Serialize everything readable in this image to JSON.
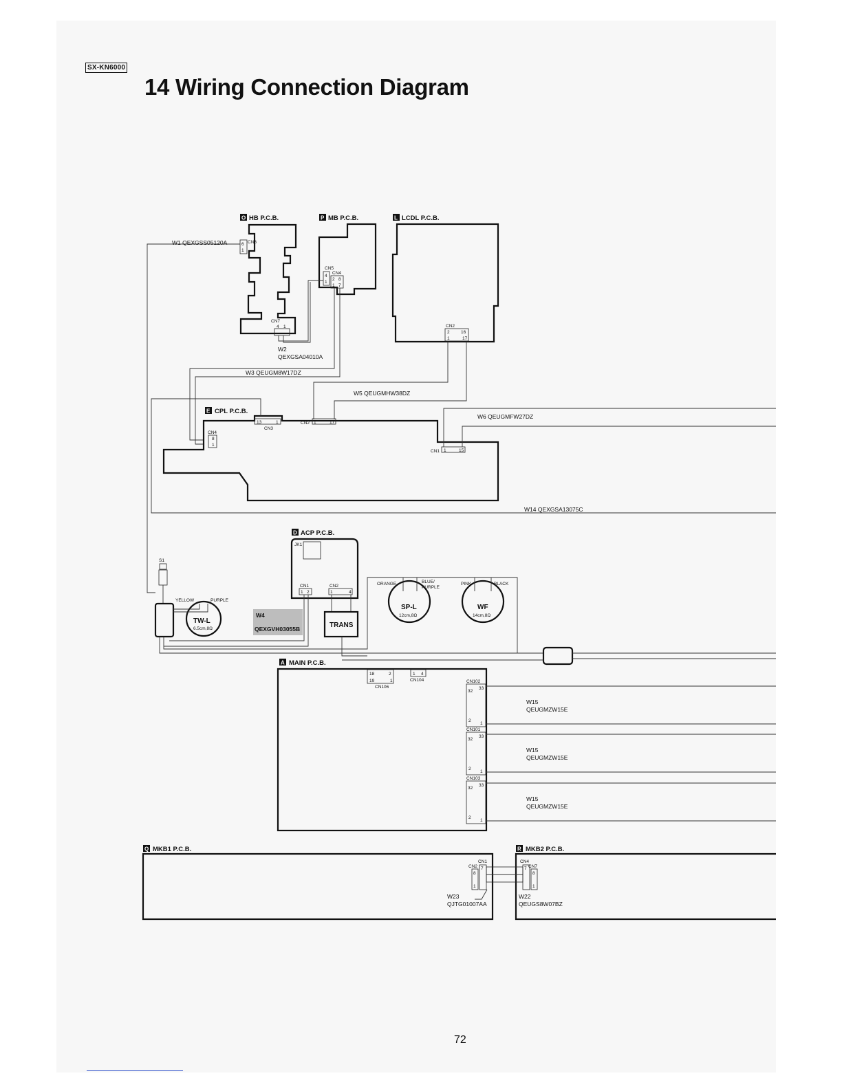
{
  "header": {
    "model_tag": "SX-KN6000",
    "title": "14 Wiring Connection Diagram"
  },
  "footer": {
    "page_number": "72"
  },
  "boards": {
    "hb": {
      "badge": "O",
      "title": "HB P.C.B."
    },
    "mb": {
      "badge": "P",
      "title": "MB P.C.B."
    },
    "lcdl": {
      "badge": "L",
      "title": "LCDL P.C.B."
    },
    "cpl": {
      "badge": "E",
      "title": "CPL P.C.B."
    },
    "acp": {
      "badge": "D",
      "title": "ACP P.C.B."
    },
    "main": {
      "badge": "A",
      "title": "MAIN P.C.B."
    },
    "mkb1": {
      "badge": "Q",
      "title": "MKB1 P.C.B."
    },
    "mkb2": {
      "badge": "R",
      "title": "MKB2 P.C.B."
    }
  },
  "wires": {
    "w1": "W1  QEXGSS05120A",
    "w2_name": "W2",
    "w2_part": "QEXGSA04010A",
    "w3": "W3  QEUGM8W17DZ",
    "w5": "W5  QEUGMHW38DZ",
    "w6": "W6  QEUGMFW27DZ",
    "w14": "W14   QEXGSA13075C",
    "w4_name": "W4",
    "w4_part": "QEXGVH03055B",
    "w15_name": "W15",
    "w15_part": "QEUGMZW15E",
    "w23_name": "W23",
    "w23_part": "QJTG01007AA",
    "w22_name": "W22",
    "w22_part": "QEUGS8W07BZ"
  },
  "connectors": {
    "cn6": "CN6",
    "cn6_a": "6",
    "cn6_b": "1",
    "cn5": "CN5",
    "cn4_mb": "CN4",
    "cn5_a": "4",
    "cn5_b": "1",
    "cn4_mb_a": "2",
    "cn4_mb_b": "8",
    "cn4_mb_c": "1",
    "cn4_mb_d": "7",
    "cn7_hb": "CN7",
    "cn7_hb_a": "4",
    "cn7_hb_b": "1",
    "cn2_lcdl": "CN2",
    "cn2_lcdl_a": "2",
    "cn2_lcdl_b": "16",
    "cn2_lcdl_c": "1",
    "cn2_lcdl_d": "17",
    "cn3": "CN3",
    "cn3_a": "13",
    "cn3_b": "1",
    "cn2_cpl": "CN2",
    "cn2_cpl_a": "1",
    "cn2_cpl_b": "17",
    "cn4_cpl": "CN4",
    "cn4_cpl_a": "8",
    "cn4_cpl_b": "1",
    "cn1_cpl": "CN1",
    "cn1_cpl_a": "1",
    "cn1_cpl_b": "15",
    "jk1": "JK1",
    "cn1_acp": "CN1",
    "cn1_acp_a": "1",
    "cn1_acp_b": "2",
    "cn2_acp": "CN2",
    "cn2_acp_a": "1",
    "cn2_acp_b": "4",
    "cn106": "CN106",
    "cn106_a": "18",
    "cn106_b": "2",
    "cn106_c": "19",
    "cn106_d": "1",
    "cn104": "CN104",
    "cn104_a": "1",
    "cn104_b": "4",
    "cn102": "CN102",
    "cn101": "CN101",
    "cn103": "CN103",
    "pin_32": "32",
    "pin_33": "33",
    "pin_2": "2",
    "pin_1": "1",
    "cn1_mkb1": "CN1",
    "cn2_mkb1": "CN2",
    "cn4_mkb2": "CN4",
    "cn7_mkb2": "CN7",
    "pin_7": "7",
    "pin_8": "8"
  },
  "components": {
    "s1": "S1",
    "trans": "TRANS",
    "tw_l": {
      "name": "TW-L",
      "spec": "6.5cm,8Ω",
      "wire_a": "YELLOW",
      "wire_b": "PURPLE"
    },
    "sp_l": {
      "name": "SP-L",
      "spec": "12cm,8Ω",
      "wire_a": "ORANGE",
      "wire_b": "BLUE/",
      "wire_b2": "PURPLE"
    },
    "wf": {
      "name": "WF",
      "spec": "14cm,8Ω",
      "wire_a": "PINK",
      "wire_b": "BLACK"
    }
  },
  "colors": {
    "line": "#111111",
    "sheet": "#f7f7f7",
    "w4_highlight": "#bdbdbd"
  }
}
